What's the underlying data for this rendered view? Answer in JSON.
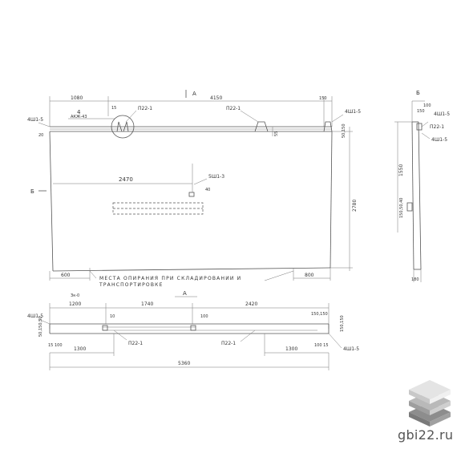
{
  "plan": {
    "section_mark_top": "А",
    "section_mark_left": "Б",
    "dim_top_left": "1080",
    "dim_top_total": "4150",
    "dim_top_right": "150",
    "dim_15": "15",
    "callout_number": "4",
    "callout_ref": "АКЖ-43",
    "part_p22_left": "П22-1",
    "part_p22_right": "П22-1",
    "part_4sh1_left": "4Ш1-5",
    "part_4sh1_right": "4Ш1-5",
    "dim_20": "20",
    "dim_2470": "2470",
    "part_sh1_3": "5Ш1-3",
    "dim_40": "40",
    "dim_height_right": "2780",
    "dim_small_right": "50,150",
    "dim_small_notch": "55",
    "dim_bottom_left": "600",
    "dim_bottom_right": "800",
    "note_line1": "МЕСТА ОПИРАНИЯ ПРИ СКЛАДИРОВАНИИ И",
    "note_line2": "ТРАНСПОРТИРОВКЕ"
  },
  "side": {
    "section_mark": "Б",
    "dim_top": "150",
    "dim_top2": "100",
    "part_4sh1_top": "4Ш1-5",
    "part_p22": "П22-1",
    "part_4sh1_mid": "4Ш1-5",
    "dim_1550": "1550",
    "dim_mid": "150,50,40",
    "dim_bottom": "180"
  },
  "section": {
    "title": "А",
    "scale_note": "Зк-0",
    "dim_1200": "1200",
    "dim_1740": "1740",
    "dim_2420": "2420",
    "dim_10": "10",
    "dim_100": "100",
    "dim_right_top": "150,150",
    "part_4sh1_left": "4Ш1-5",
    "part_4sh1_right": "4Ш1-5",
    "dim_left_stack": "50,150,50",
    "dim_150_100": "15 100",
    "dim_1300_left": "1300",
    "part_p22_left": "П22-1",
    "part_p22_right": "П22-1",
    "dim_1300_right": "1300",
    "dim_right_small": "100 15",
    "dim_right_stack": "150,150",
    "dim_total": "5360"
  },
  "brand": {
    "site": "gbi22.ru",
    "icon": "stacked-slabs-icon",
    "colors": {
      "top": "#e4e4e4",
      "mid": "#b9b9b9",
      "dark": "#8d8d8d"
    }
  }
}
